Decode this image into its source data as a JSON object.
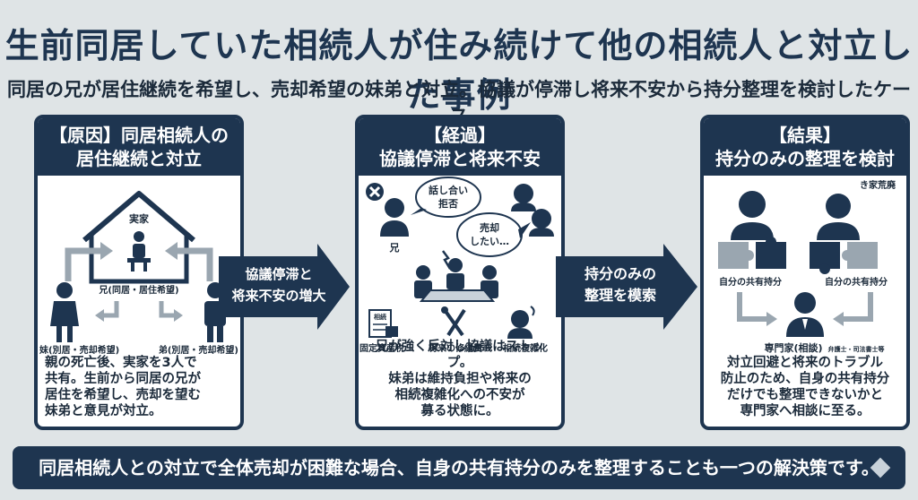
{
  "title": "生前同居していた相続人が住み続けて他の相続人と対立した事例",
  "subtitle": "同居の兄が居住継続を希望し、売却希望の妹弟と対立。協議が停滞し将来不安から持分整理を検討したケース",
  "panels": [
    {
      "head_line1": "【原因】同居相続人の",
      "head_line2": "居住継続と対立",
      "house_label": "実家",
      "brother_label": "兄(同居・居住希望)",
      "sister_label": "妹(別居・売却希望)",
      "younger_brother_label": "弟(別居・売却希望)",
      "text_lines": [
        "親の死亡後、実家を3人で",
        "共有。生前から同居の兄が",
        "居住を希望し、売却を望む",
        "妹弟と意見が対立。"
      ]
    },
    {
      "head_line1": "【経過】",
      "head_line2": "協議停滞と将来不安",
      "bubble1_line1": "話し合い",
      "bubble1_line2": "拒否",
      "bubble2_line1": "売却",
      "bubble2_line2": "したい…",
      "brother_label": "兄",
      "icon_labels": [
        "固定資産税",
        "将来の修繕費",
        "相続複雑化"
      ],
      "doc_label": "相続",
      "text_lines": [
        "兄が強く反対し協議はストップ。",
        "妹弟は維持負担や将来の",
        "相続複雑化への不安が",
        "募る状態に。"
      ]
    },
    {
      "head_line1": "【結果】",
      "head_line2": "持分のみの整理を検討",
      "house_label": "き家荒廃",
      "share_left": "自分の共有持分",
      "share_right": "自分の共有持分",
      "expert_label": "専門家(相談)",
      "expert_small": "弁護士・司法書士等",
      "text_lines": [
        "対立回避と将来のトラブル",
        "防止のため、自身の共有持分",
        "だけでも整理できないかと",
        "専門家へ相談に至る。"
      ]
    }
  ],
  "arrows": [
    {
      "line1": "協議停滞と",
      "line2": "将来不安の増大"
    },
    {
      "line1": "持分のみの",
      "line2": "整理を模索"
    }
  ],
  "bottom_text": "同居相続人との対立で全体売却が困難な場合、自身の共有持分のみを整理することも一つの解決策です。",
  "colors": {
    "navy": "#1e3550",
    "background": "#dfe4e6",
    "gray": "#9aa6b0"
  }
}
